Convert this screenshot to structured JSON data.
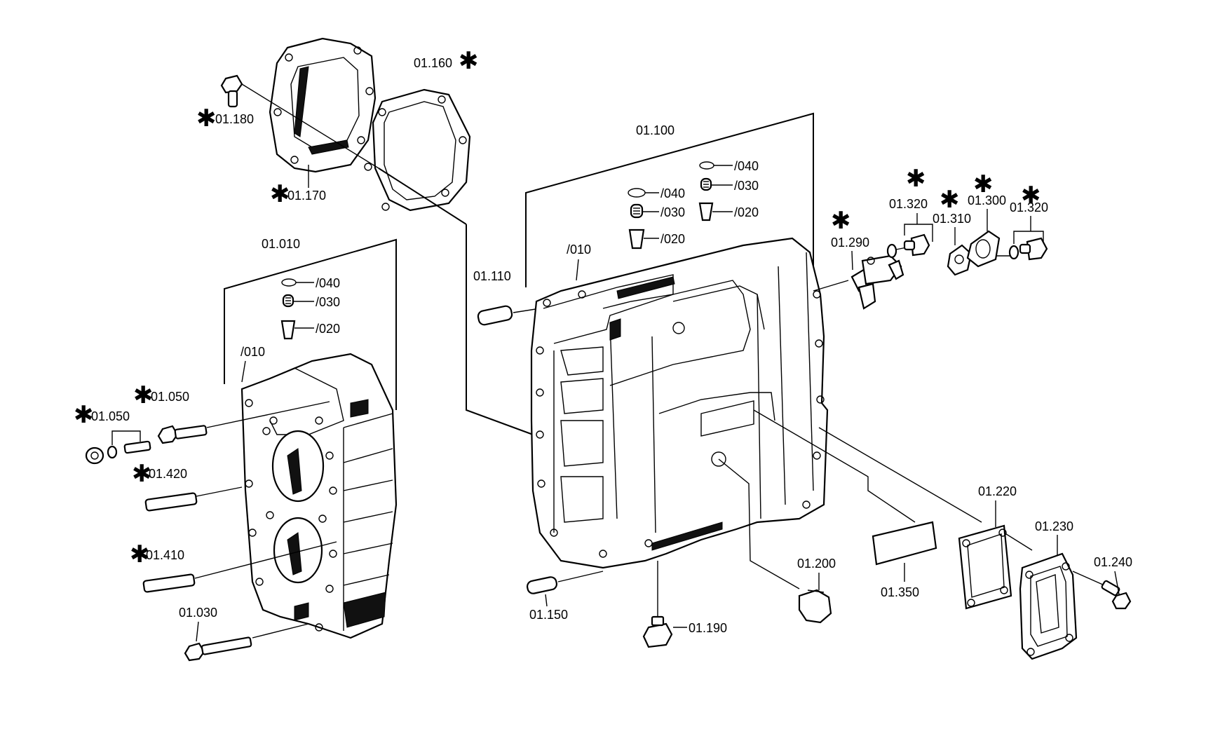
{
  "diagram": {
    "labels": {
      "l_01160": "01.160",
      "l_01180": "01.180",
      "l_01170": "01.170",
      "l_01100": "01.100",
      "l_040a": "/040",
      "l_030a": "/030",
      "l_020a": "/020",
      "l_040b": "/040",
      "l_030b": "/030",
      "l_020b": "/020",
      "l_010a": "/010",
      "l_01110": "01.110",
      "l_01290": "01.290",
      "l_01320a": "01.320",
      "l_01310": "01.310",
      "l_01300": "01.300",
      "l_01320b": "01.320",
      "l_01010": "01.010",
      "l_040c": "/040",
      "l_030c": "/030",
      "l_020c": "/020",
      "l_010b": "/010",
      "l_01050a": "01.050",
      "l_01050b": "01.050",
      "l_01420": "01.420",
      "l_01410": "01.410",
      "l_01030": "01.030",
      "l_01150": "01.150",
      "l_01190": "01.190",
      "l_01200": "01.200",
      "l_01350": "01.350",
      "l_01220": "01.220",
      "l_01230": "01.230",
      "l_01240": "01.240"
    },
    "asterisk": "✱"
  }
}
